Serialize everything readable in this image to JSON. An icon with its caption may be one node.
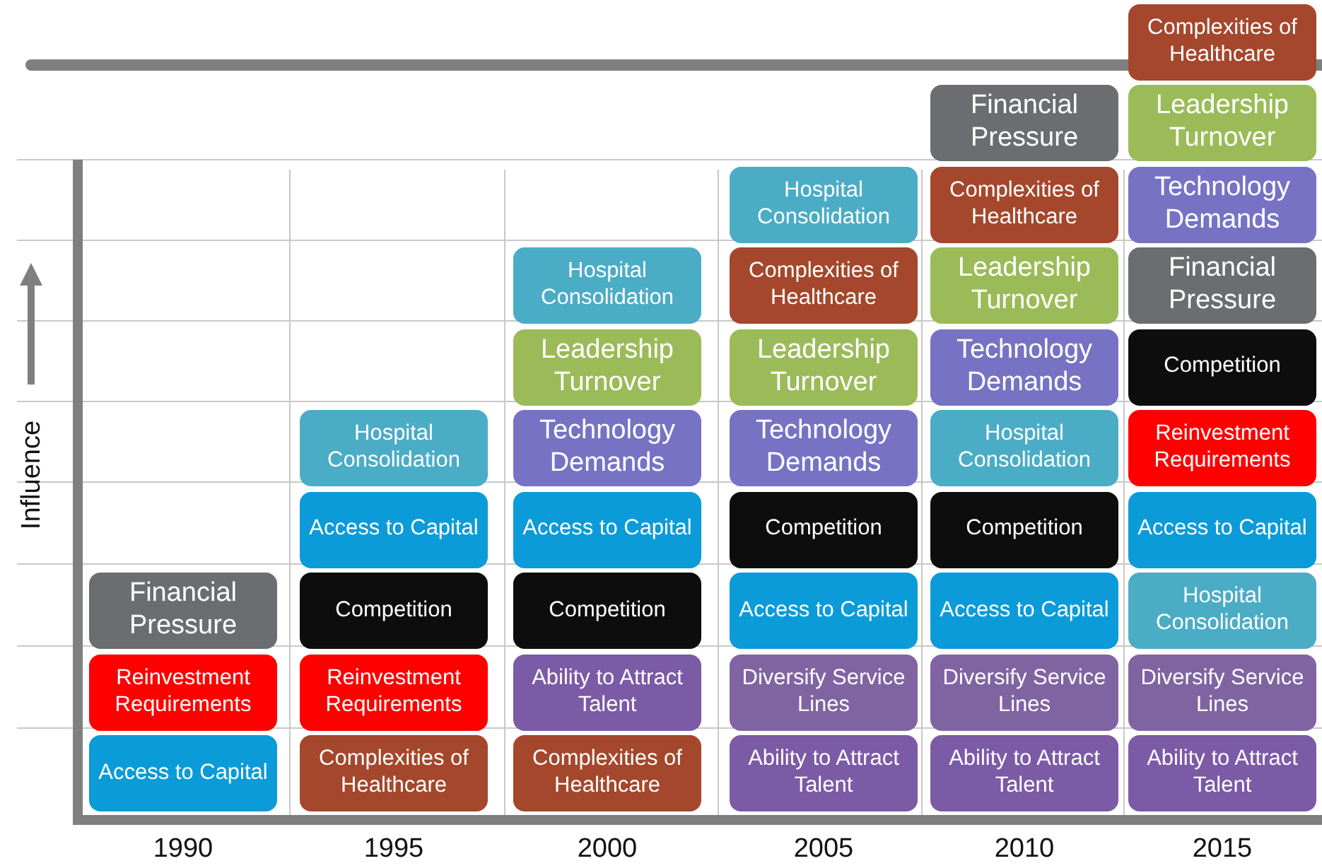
{
  "diagram": {
    "nodes": [
      {
        "text": [
          "Financial Pressure"
        ]
      },
      {
        "text": [
          "Reinvestment Requirements"
        ]
      },
      {
        "text": [
          "Access to Capital"
        ]
      },
      {
        "text": [
          "Hospital Consolidation"
        ]
      },
      {
        "text": [
          "Access to Capital"
        ]
      },
      {
        "text": [
          "Competition"
        ]
      },
      {
        "text": [
          "Reinvestment Requirements"
        ]
      },
      {
        "text": [
          "Complexities of Healthcare"
        ]
      },
      {
        "text": [
          "Hospital Consolidation"
        ]
      },
      {
        "text": [
          "Leadership Turnover"
        ]
      },
      {
        "text": [
          "Technology Demands"
        ]
      },
      {
        "text": [
          "Access to Capital"
        ]
      },
      {
        "text": [
          "Competition"
        ]
      },
      {
        "text": [
          "Ability to Attract Talent"
        ]
      },
      {
        "text": [
          "Complexities of Healthcare"
        ]
      },
      {
        "text": [
          "Hospital Consolidation"
        ]
      },
      {
        "text": [
          "Complexities of Healthcare"
        ]
      },
      {
        "text": [
          "Leadership Turnover"
        ]
      },
      {
        "text": [
          "Technology Demands"
        ]
      },
      {
        "text": [
          "Competition"
        ]
      },
      {
        "text": [
          "Access to Capital"
        ]
      },
      {
        "text": [
          "Diversify Service Lines"
        ]
      },
      {
        "text": [
          "Ability to Attract Talent"
        ]
      },
      {
        "text": [
          "Financial Pressure"
        ]
      },
      {
        "text": [
          "Complexities of Healthcare"
        ]
      },
      {
        "text": [
          "Leadership Turnover"
        ]
      },
      {
        "text": [
          "Technology Demands"
        ]
      },
      {
        "text": [
          "Hospital Consolidation"
        ]
      },
      {
        "text": [
          "Competition"
        ]
      },
      {
        "text": [
          "Access to Capital"
        ]
      },
      {
        "text": [
          "Diversify Service Lines"
        ]
      },
      {
        "text": [
          "Ability to Attract Talent"
        ]
      },
      {
        "text": [
          "Complexities of Healthcare"
        ]
      },
      {
        "text": [
          "Leadership Turnover"
        ]
      },
      {
        "text": [
          "Technology Demands"
        ]
      },
      {
        "text": [
          "Financial Pressure"
        ]
      },
      {
        "text": [
          "Competition"
        ]
      },
      {
        "text": [
          "Reinvestment Requirements"
        ]
      },
      {
        "text": [
          "Access to Capital"
        ]
      },
      {
        "text": [
          "Hospital Consolidation"
        ]
      },
      {
        "text": [
          "Diversify Service Lines"
        ]
      },
      {
        "text": [
          "Ability to Attract Talent"
        ]
      }
    ],
    "edges": [],
    "labels": [
      "Influence",
      "1990",
      "1995",
      "2000",
      "2005",
      "2010",
      "2015"
    ]
  }
}
